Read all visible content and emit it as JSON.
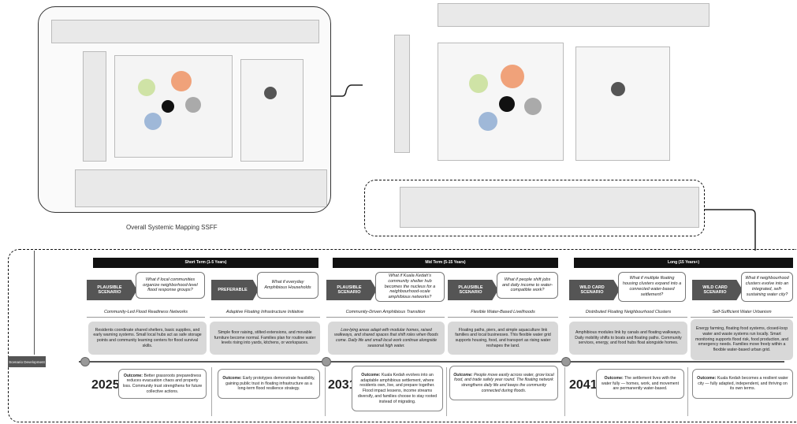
{
  "caption": "Overall Systemic Mapping SSFF",
  "scenario_development": "Scenario Development",
  "phases": [
    {
      "label": "Short Term (1-5 Years)"
    },
    {
      "label": "Mid Term (5-15 Years)"
    },
    {
      "label": "Long (15 Years+)"
    }
  ],
  "scenarios": [
    {
      "tag": "PLAUSIBLE SCENARIO",
      "question": "What if local communities organize neighborhood-level flood response groups?",
      "title": "Community-Led Flood Readiness Networks",
      "desc": "Residents coordinate shared shelters, basic supplies, and early warning systems. Small local hubs act as safe storage points and community learning centers for flood survival skills.",
      "outcome_label": "Outcome:",
      "outcome": "Better grassroots preparedness reduces evacuation chaos and property loss. Community trust strengthens for future collective actions."
    },
    {
      "tag": "PREFERABLE",
      "question": "What if everyday Amphibious Households",
      "title": "Adaptive Floating Infrastructure Initiative",
      "desc": "Simple floor raising, stilted extensions, and movable furniture become normal. Families plan for routine water levels rising into yards, kitchens, or workspaces.",
      "outcome_label": "Outcome:",
      "outcome": "Early prototypes demonstrate feasibility, gaining public trust in floating infrastructure as a long-term flood resilience strategy."
    },
    {
      "tag": "PLAUSIBLE SCENARIO",
      "question": "What if Kuala Kedah's community shelter hub becomes the nucleus for a neighbourhood-scale amphibious networks?",
      "title": "Community-Driven Amphibious Transition",
      "desc": "Low-lying areas adapt with modular homes, raised walkways, and shared spaces that shift roles when floods come. Daily life and small local work continue alongside seasonal high water.",
      "outcome_label": "Outcome:",
      "outcome": "Kuala Kedah evolves into an adaptable amphibious settlement, where residents own, live, and prepare together. Flood impact lessens, income streams diversify, and families choose to stay rooted instead of migrating."
    },
    {
      "tag": "PLAUSIBLE SCENARIO",
      "question": "What if people shift jobs and daily income to water-compatible work?",
      "title": "Flexible Water-Based Livelihoods",
      "desc": "Floating paths, piers, and simple aquaculture link families and local businesses. This flexible water grid supports housing, food, and transport as rising water reshapes the land.",
      "outcome_label": "Outcome:",
      "outcome": "People move easily across water, grow local food, and trade safely year round. The floating network strengthens daily life and keeps the community connected during floods."
    },
    {
      "tag": "WILD CARD SCENARIO",
      "question": "What if multiple floating housing clusters expand into a connected water-based settlement?",
      "title": "Distributed Floating Neighbourhood Clusters",
      "desc": "Amphibious modules link by canals and floating walkways. Daily mobility shifts to boats and floating paths. Community services, energy, and food hubs float alongside homes.",
      "outcome_label": "Outcome:",
      "outcome": "The settlement lives with the water fully — homes, work, and movement are permanently water-based."
    },
    {
      "tag": "WILD CARD SCENARIO",
      "question": "What if neighbourhood clusters evolve into an integrated, self-sustaining water city?",
      "title": "Self-Sufficient Water Urbanism",
      "desc": "Energy farming, floating food systems, closed-loop water and waste systems run locally. Smart monitoring supports flood risk, food production, and emergency needs. Families move freely within a flexible water-based urban grid.",
      "outcome_label": "Outcome:",
      "outcome": "Kuala Kedah becomes a resilient water city — fully adapted, independent, and thriving on its own terms."
    }
  ],
  "years": [
    "2025",
    "2031",
    "2041"
  ]
}
